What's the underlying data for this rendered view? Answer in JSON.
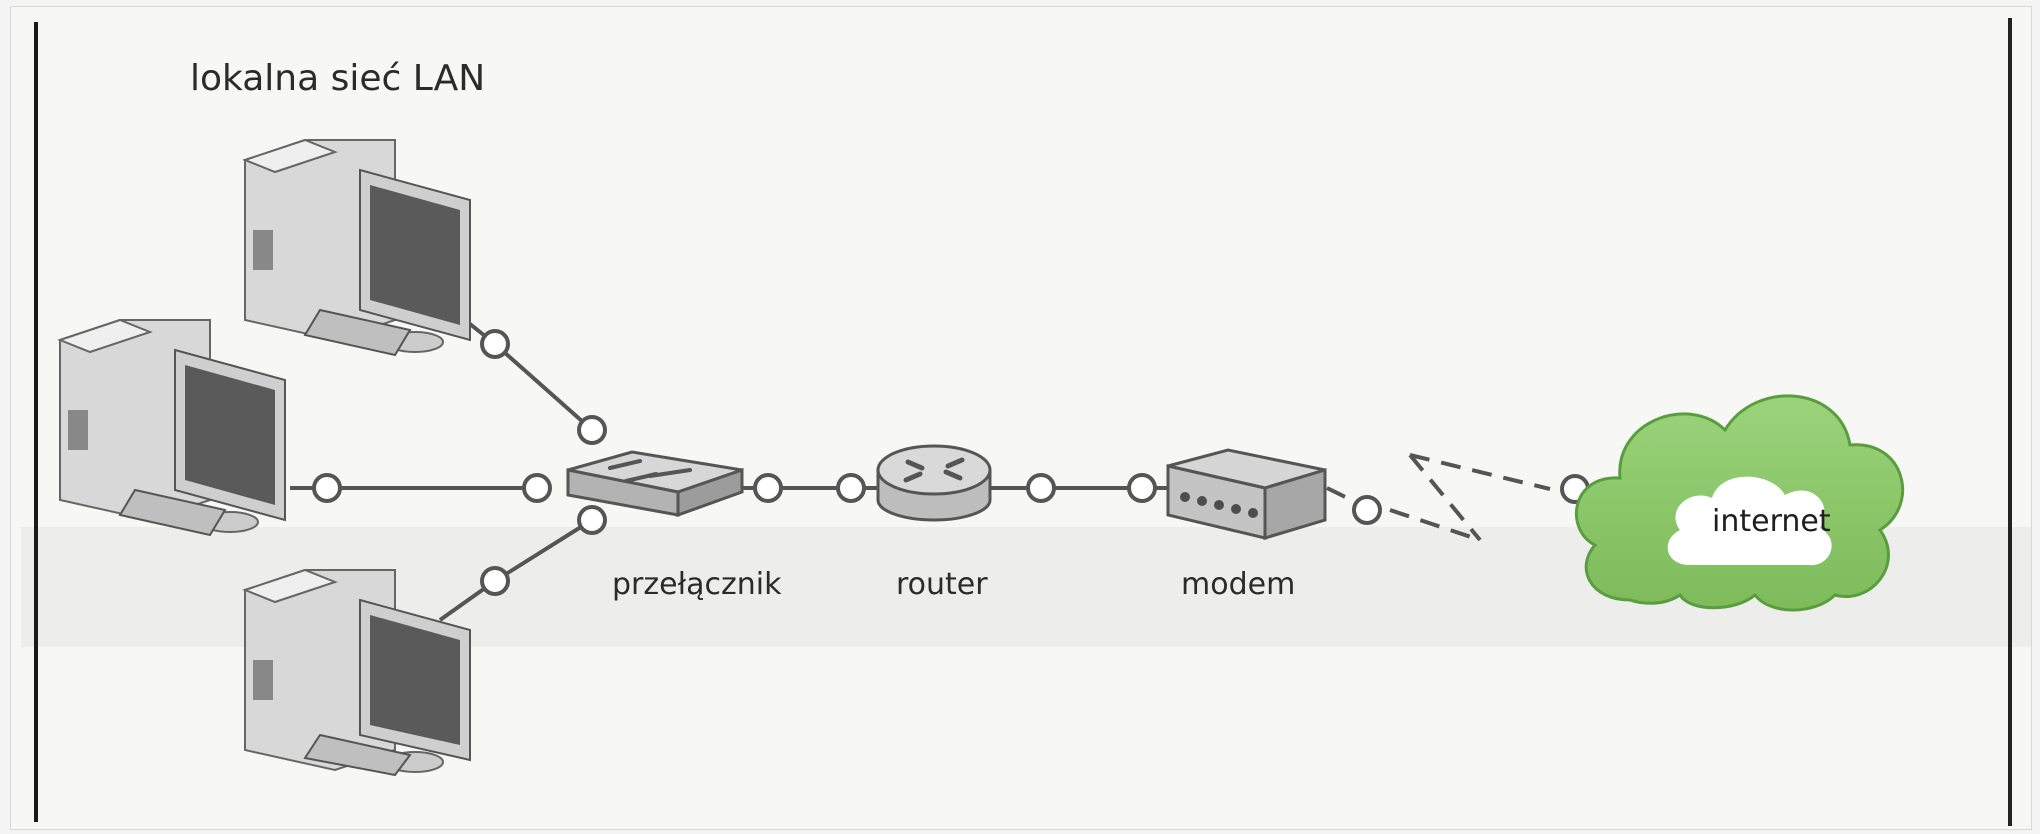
{
  "diagram": {
    "lan_label": "lokalna sieć LAN",
    "switch_label": "przełącznik",
    "router_label": "router",
    "modem_label": "modem",
    "internet_label": "internet"
  },
  "colors": {
    "cloud_fill": "#8ec96f",
    "cloud_stroke": "#5a9d3e",
    "line": "#555555",
    "device_gray": "#cfcfcf",
    "screen": "#5a5a5a"
  }
}
